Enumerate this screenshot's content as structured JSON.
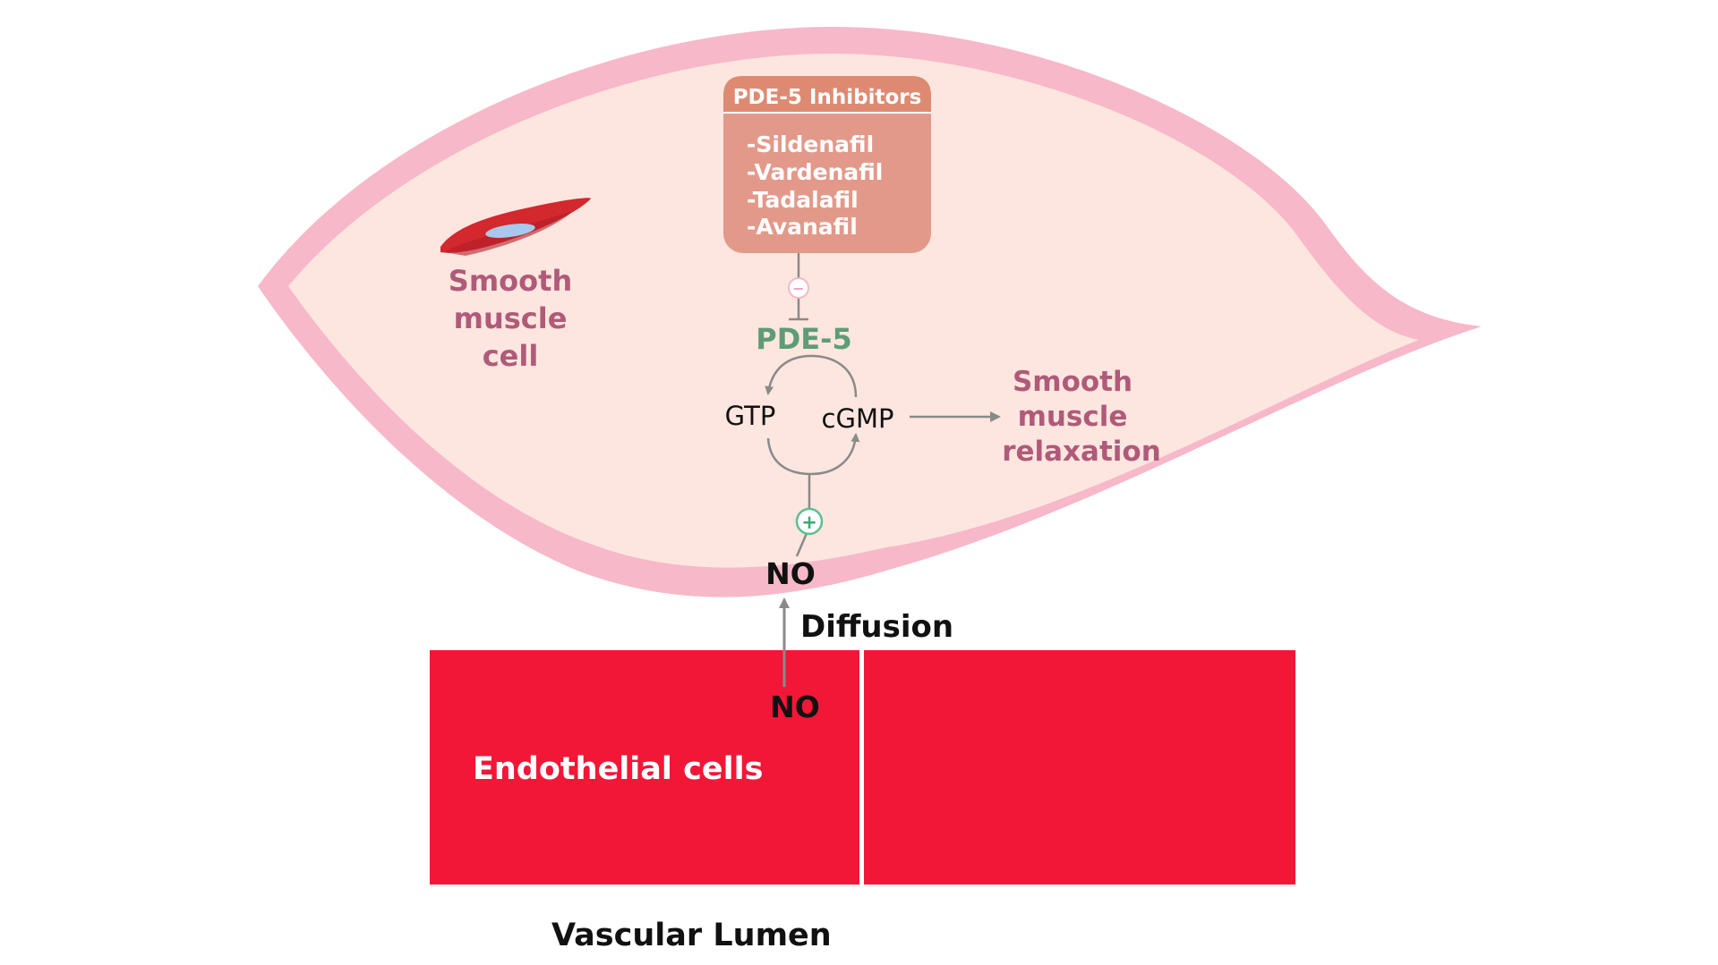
{
  "colors": {
    "cell_fill": "#fde6df",
    "cell_border": "#f7b8c9",
    "inhibitor_header": "#de8a72",
    "inhibitor_body": "#e3998a",
    "endothelial": "#f21737",
    "pde_green": "#5e9c76",
    "label_mauve": "#b05a7a",
    "arrow_gray": "#8a8a8a",
    "muscle_red": "#d2282e",
    "muscle_nucleus": "#a8c8ec"
  },
  "inhibitor_box": {
    "title": "PDE-5 Inhibitors",
    "drugs": [
      "-Sildenafil",
      "-Vardenafil",
      "-Tadalafil",
      "-Avanafil"
    ]
  },
  "smooth_muscle_label": [
    "Smooth",
    "muscle",
    "cell"
  ],
  "pde5_label": "PDE-5",
  "gtp_label": "GTP",
  "cgmp_label": "cGMP",
  "relaxation_label": [
    "Smooth",
    "muscle",
    "relaxation"
  ],
  "no_inside_label": "NO",
  "diffusion_label": "Diffusion",
  "no_endothelial_label": "NO",
  "endothelial_label": "Endothelial cells",
  "lumen_label": "Vascular Lumen",
  "inhibit_symbol": "−",
  "activate_symbol": "+"
}
